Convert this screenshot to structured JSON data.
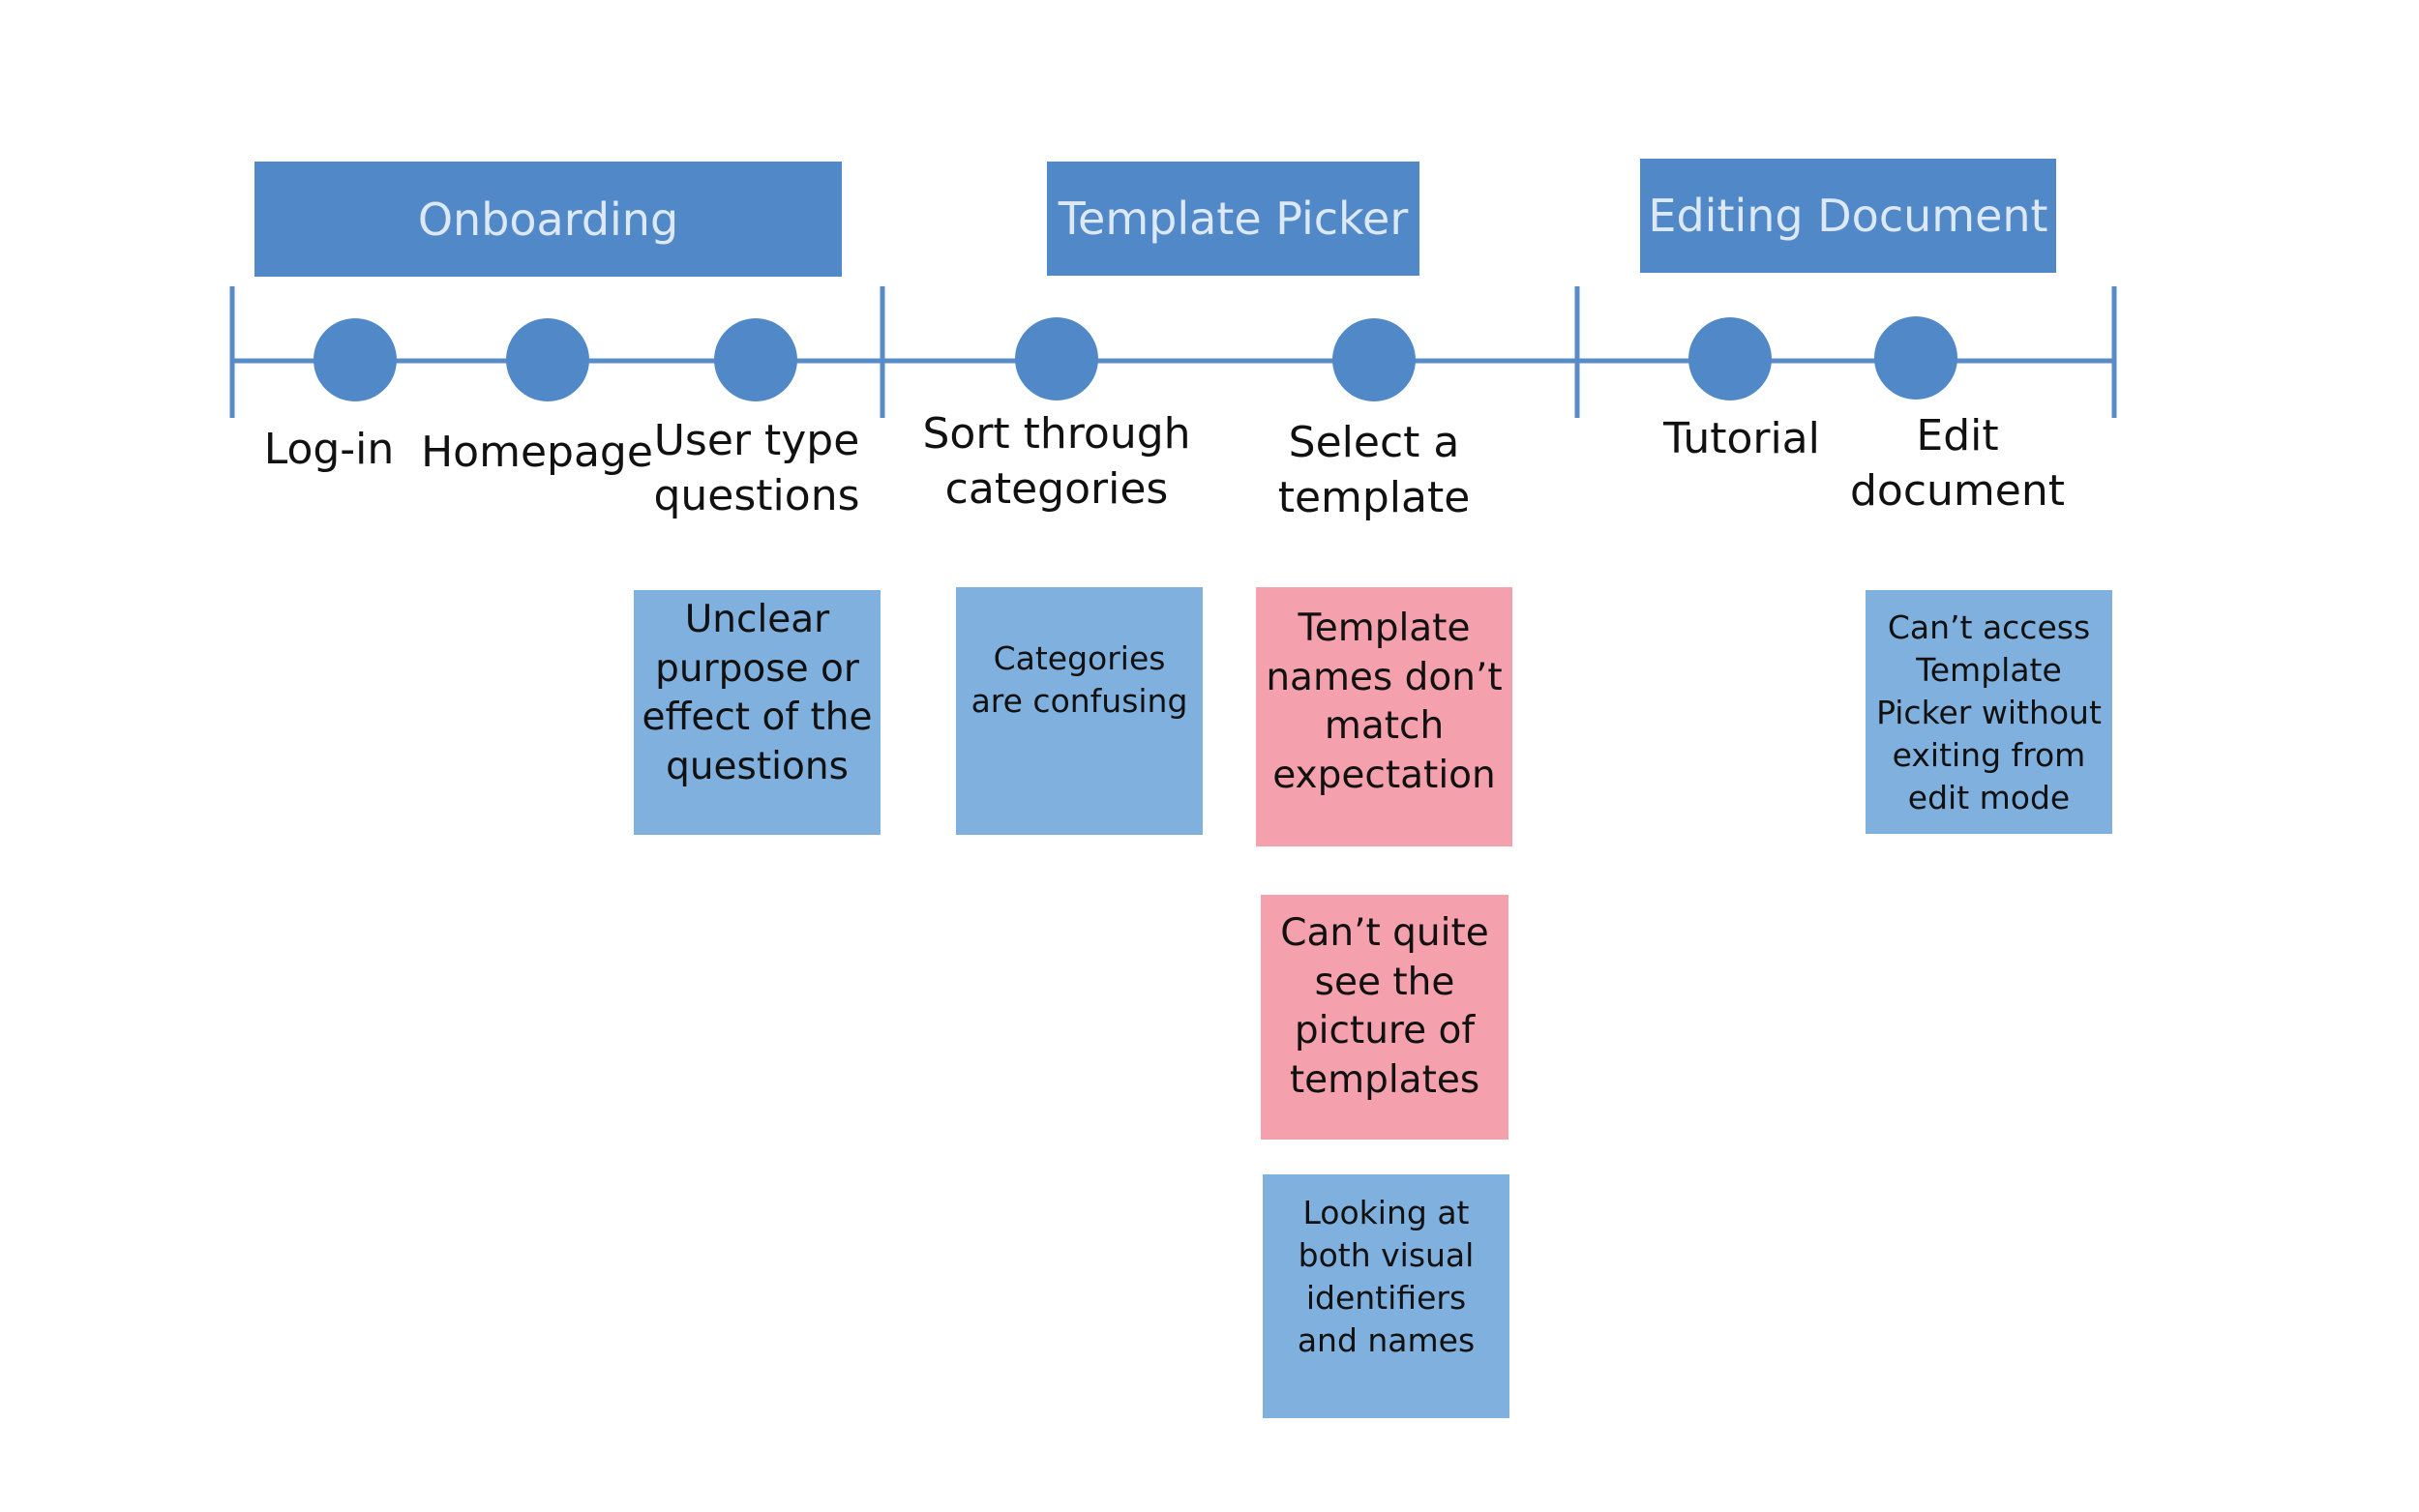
{
  "colors": {
    "phase_fill": "#5189c8",
    "phase_text": "#dde8f5",
    "timeline": "#5a8bc9",
    "node": "#5189c8",
    "note_blue": "#7fb0de",
    "note_pink": "#f4a0ad",
    "text": "#111111"
  },
  "phases": [
    {
      "label": "Onboarding"
    },
    {
      "label": "Template Picker"
    },
    {
      "label": "Editing Document"
    }
  ],
  "steps": [
    {
      "label": "Log-in"
    },
    {
      "label": "Homepage"
    },
    {
      "label": "User type\nquestions"
    },
    {
      "label": "Sort through\ncategories"
    },
    {
      "label": "Select a\ntemplate"
    },
    {
      "label": "Tutorial"
    },
    {
      "label": "Edit\ndocument"
    }
  ],
  "notes": [
    {
      "step": "User type questions",
      "text": "Unclear\npurpose or\neffect of the\nquestions",
      "color": "blue"
    },
    {
      "step": "Sort through categories",
      "text": "Categories\nare confusing",
      "color": "blue"
    },
    {
      "step": "Select a template",
      "text": "Template\nnames don’t\nmatch\nexpectation",
      "color": "pink"
    },
    {
      "step": "Select a template",
      "text": "Can’t quite\nsee the\npicture of\ntemplates",
      "color": "pink"
    },
    {
      "step": "Select a template",
      "text": "Looking at\nboth visual\nidentifiers\nand names",
      "color": "blue"
    },
    {
      "step": "Edit document",
      "text": "Can’t access\nTemplate\nPicker without\nexiting from\nedit mode",
      "color": "blue"
    }
  ]
}
